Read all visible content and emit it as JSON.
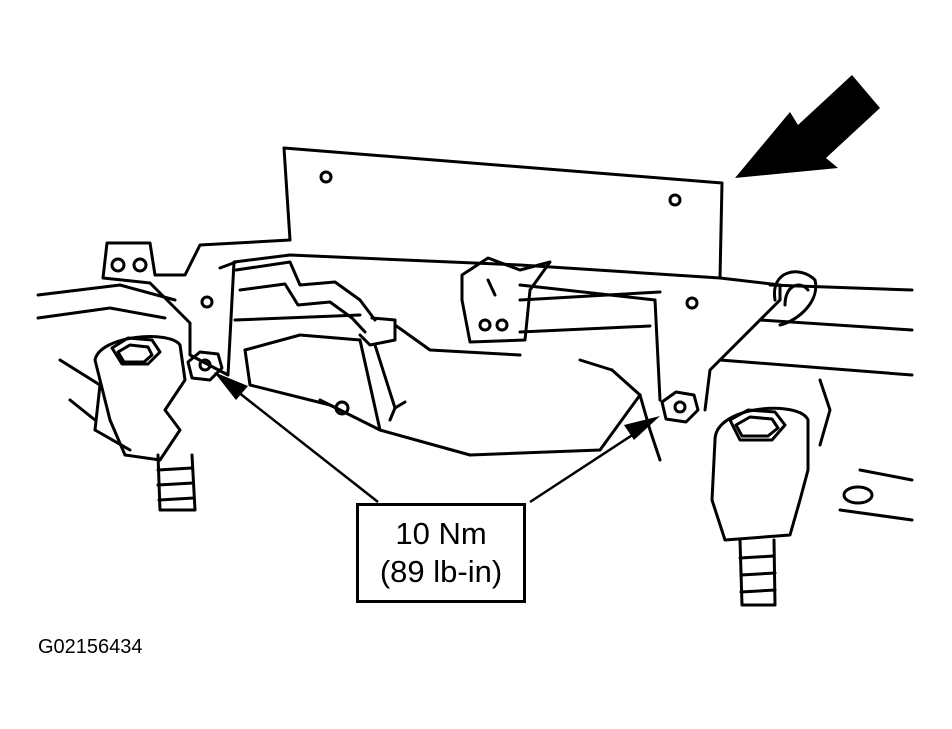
{
  "callout": {
    "torque_nm": "10 Nm",
    "torque_lbin": "(89 lb-in)"
  },
  "figure": {
    "code": "G02156434"
  },
  "colors": {
    "ink": "#000000",
    "paper": "#ffffff"
  }
}
